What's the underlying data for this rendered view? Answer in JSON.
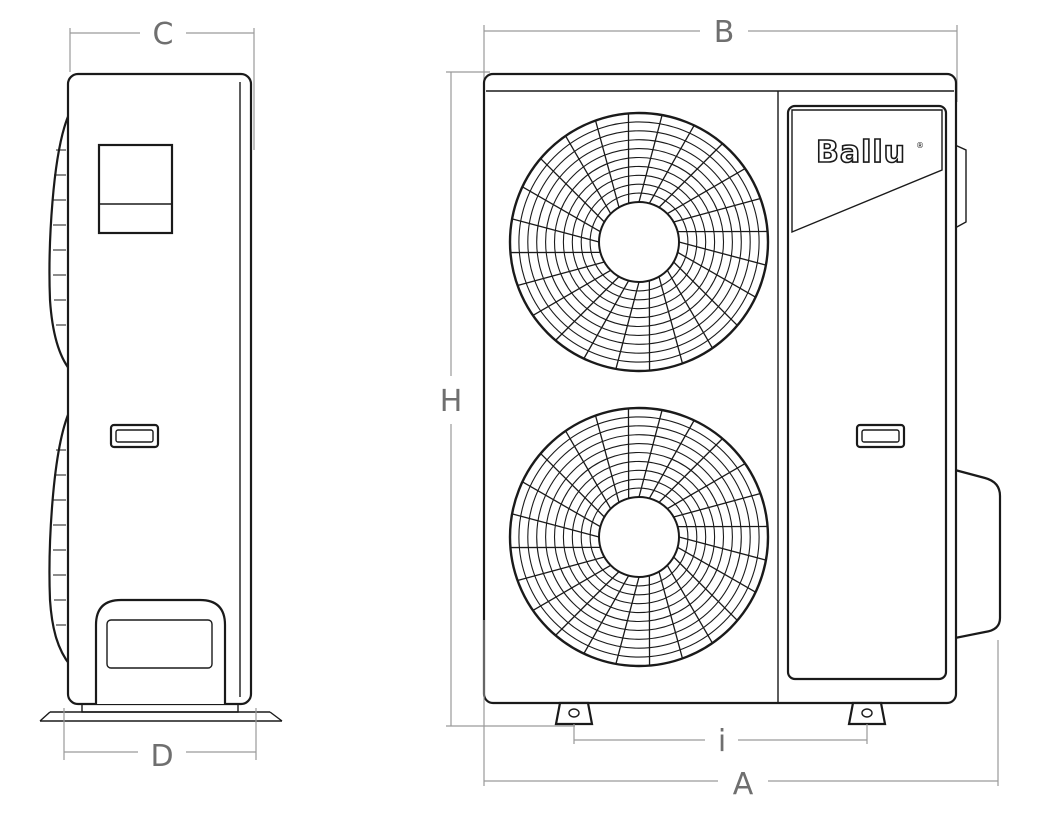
{
  "brand": "Ballu",
  "registered_mark": "®",
  "dimensions": {
    "a": "A",
    "b": "B",
    "c": "C",
    "d": "D",
    "h": "H",
    "i": "i"
  }
}
